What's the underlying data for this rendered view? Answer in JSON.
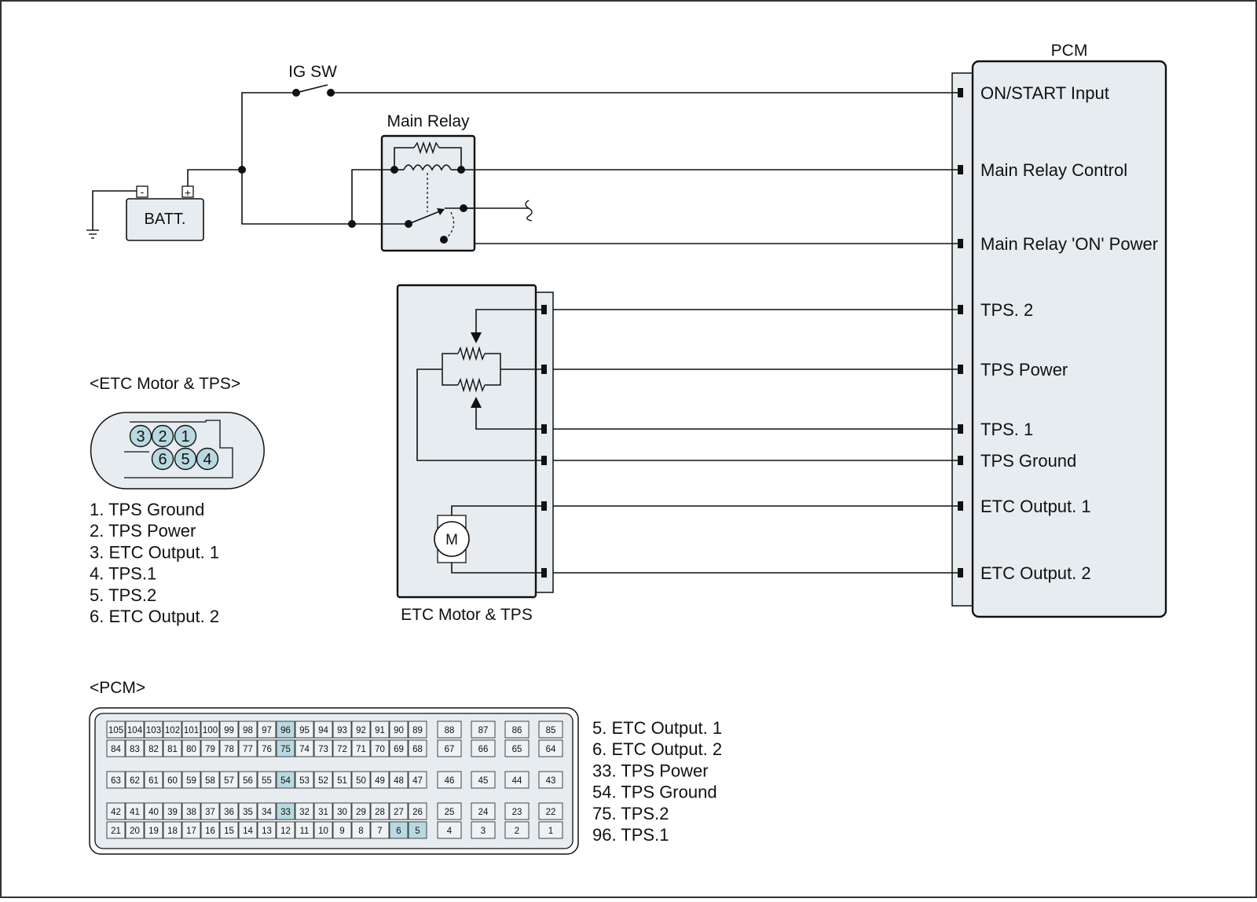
{
  "colors": {
    "panel": "#e6ecef",
    "highlight": "#b9d9e2",
    "pin_fill": "#eef2f4",
    "stroke": "#111111"
  },
  "ig_switch": {
    "label": "IG SW"
  },
  "battery": {
    "label": "BATT.",
    "neg": "-",
    "pos": "+"
  },
  "main_relay": {
    "label": "Main Relay"
  },
  "pcm": {
    "title": "PCM",
    "terminals": [
      "ON/START Input",
      "Main Relay Control",
      "Main Relay 'ON' Power",
      "TPS. 2",
      "TPS Power",
      "TPS. 1",
      "TPS Ground",
      "ETC Output. 1",
      "ETC Output. 2"
    ]
  },
  "etc_module": {
    "label": "ETC Motor & TPS",
    "motor": "M"
  },
  "etc_connector": {
    "title": "<ETC Motor & TPS>",
    "pins_top": [
      "3",
      "2",
      "1"
    ],
    "pins_bottom": [
      "6",
      "5",
      "4"
    ],
    "legend": [
      "1. TPS Ground",
      "2. TPS Power",
      "3. ETC Output. 1",
      "4. TPS.1",
      "5. TPS.2",
      "6. ETC Output. 2"
    ]
  },
  "pcm_connector": {
    "title": "<PCM>",
    "row1": [
      "105",
      "104",
      "103",
      "102",
      "101",
      "100",
      "99",
      "98",
      "97",
      "96",
      "95",
      "94",
      "93",
      "92",
      "91",
      "90",
      "89"
    ],
    "row2": [
      "84",
      "83",
      "82",
      "81",
      "80",
      "79",
      "78",
      "77",
      "76",
      "75",
      "74",
      "73",
      "72",
      "71",
      "70",
      "69",
      "68"
    ],
    "row3": [
      "63",
      "62",
      "61",
      "60",
      "59",
      "58",
      "57",
      "56",
      "55",
      "54",
      "53",
      "52",
      "51",
      "50",
      "49",
      "48",
      "47"
    ],
    "row4": [
      "42",
      "41",
      "40",
      "39",
      "38",
      "37",
      "36",
      "35",
      "34",
      "33",
      "32",
      "31",
      "30",
      "29",
      "28",
      "27",
      "26"
    ],
    "row5": [
      "21",
      "20",
      "19",
      "18",
      "17",
      "16",
      "15",
      "14",
      "13",
      "12",
      "11",
      "10",
      "9",
      "8",
      "7",
      "6",
      "5"
    ],
    "side_row1": [
      "88",
      "87",
      "86",
      "85"
    ],
    "side_row2": [
      "67",
      "66",
      "65",
      "64"
    ],
    "side_row3": [
      "46",
      "45",
      "44",
      "43"
    ],
    "side_row4": [
      "25",
      "24",
      "23",
      "22"
    ],
    "side_row5": [
      "4",
      "3",
      "2",
      "1"
    ],
    "highlighted": [
      "96",
      "75",
      "54",
      "33",
      "6",
      "5"
    ],
    "legend": [
      "5. ETC Output. 1",
      "6. ETC Output. 2",
      "33. TPS Power",
      "54. TPS Ground",
      "75. TPS.2",
      "96. TPS.1"
    ]
  }
}
